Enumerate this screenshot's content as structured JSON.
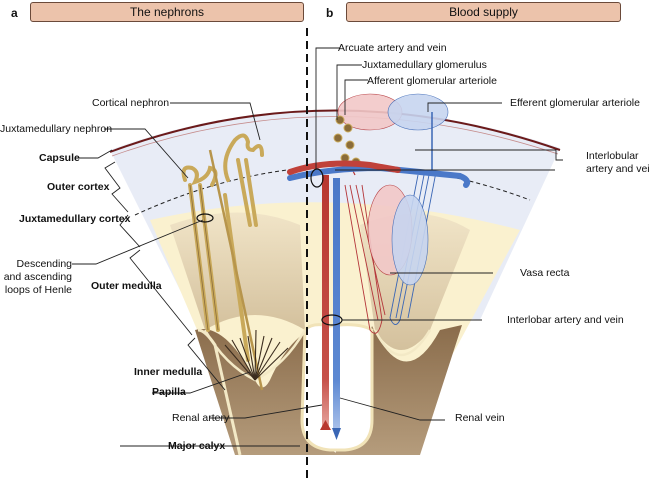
{
  "panels": {
    "a": {
      "letter": "a",
      "title": "The nephrons"
    },
    "b": {
      "letter": "b",
      "title": "Blood supply"
    }
  },
  "left_labels": {
    "cortical_nephron": "Cortical nephron",
    "juxtamedullary_nephron": "Juxtamedullary nephron",
    "capsule": "Capsule",
    "outer_cortex": "Outer cortex",
    "juxtamedullary_cortex": "Juxtamedullary cortex",
    "loops_line1": "Descending",
    "loops_line2": "and ascending",
    "loops_line3": "loops of Henle",
    "outer_medulla": "Outer medulla",
    "inner_medulla": "Inner medulla",
    "papilla": "Papilla",
    "renal_artery": "Renal artery",
    "major_calyx": "Major calyx"
  },
  "right_labels": {
    "arcuate": "Arcuate artery and vein",
    "juxta_glomerulus": "Juxtamedullary glomerulus",
    "afferent": "Afferent glomerular arteriole",
    "efferent": "Efferent glomerular arteriole",
    "interlobular_line1": "Interlobular",
    "interlobular_line2": "artery and vein",
    "vasa_recta": "Vasa recta",
    "interlobar": "Interlobar artery and vein",
    "renal_vein": "Renal vein"
  },
  "colors": {
    "header_fill": "#ecc3ab",
    "cortex": "#e8ecf6",
    "medulla_outer": "#faf1cf",
    "medulla_pyramid": "#e5d6b8",
    "calyx": "#9e8260",
    "capsule": "#6b1a1a",
    "nephron": "#c9a95a",
    "artery": "#c0413a",
    "vein": "#4a78c8"
  }
}
